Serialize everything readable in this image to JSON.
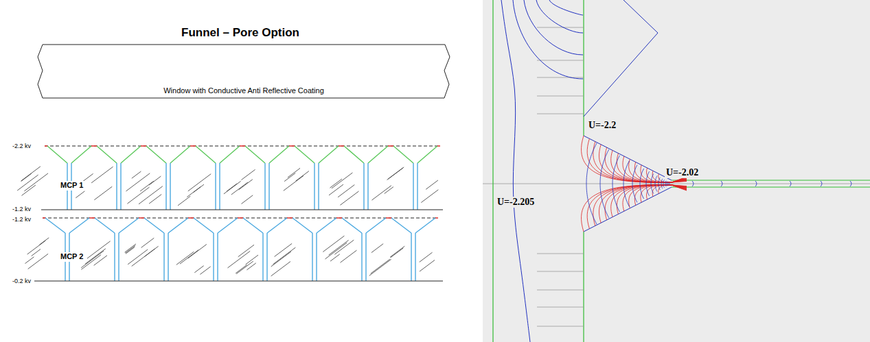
{
  "diagram": {
    "title": "Funnel – Pore Option",
    "nodes": [
      {
        "text": [
          "Window with Conductive Anti Reflective Coating"
        ]
      },
      {
        "text": [
          "MCP 1"
        ]
      },
      {
        "text": [
          "MCP 2"
        ]
      }
    ],
    "labels": [
      "-2.2 kv",
      "-1.2 kv",
      "-1.2 kv",
      "-0.2 kv",
      "U=-2.2",
      "U=-2.02",
      "U=-2.205"
    ]
  }
}
